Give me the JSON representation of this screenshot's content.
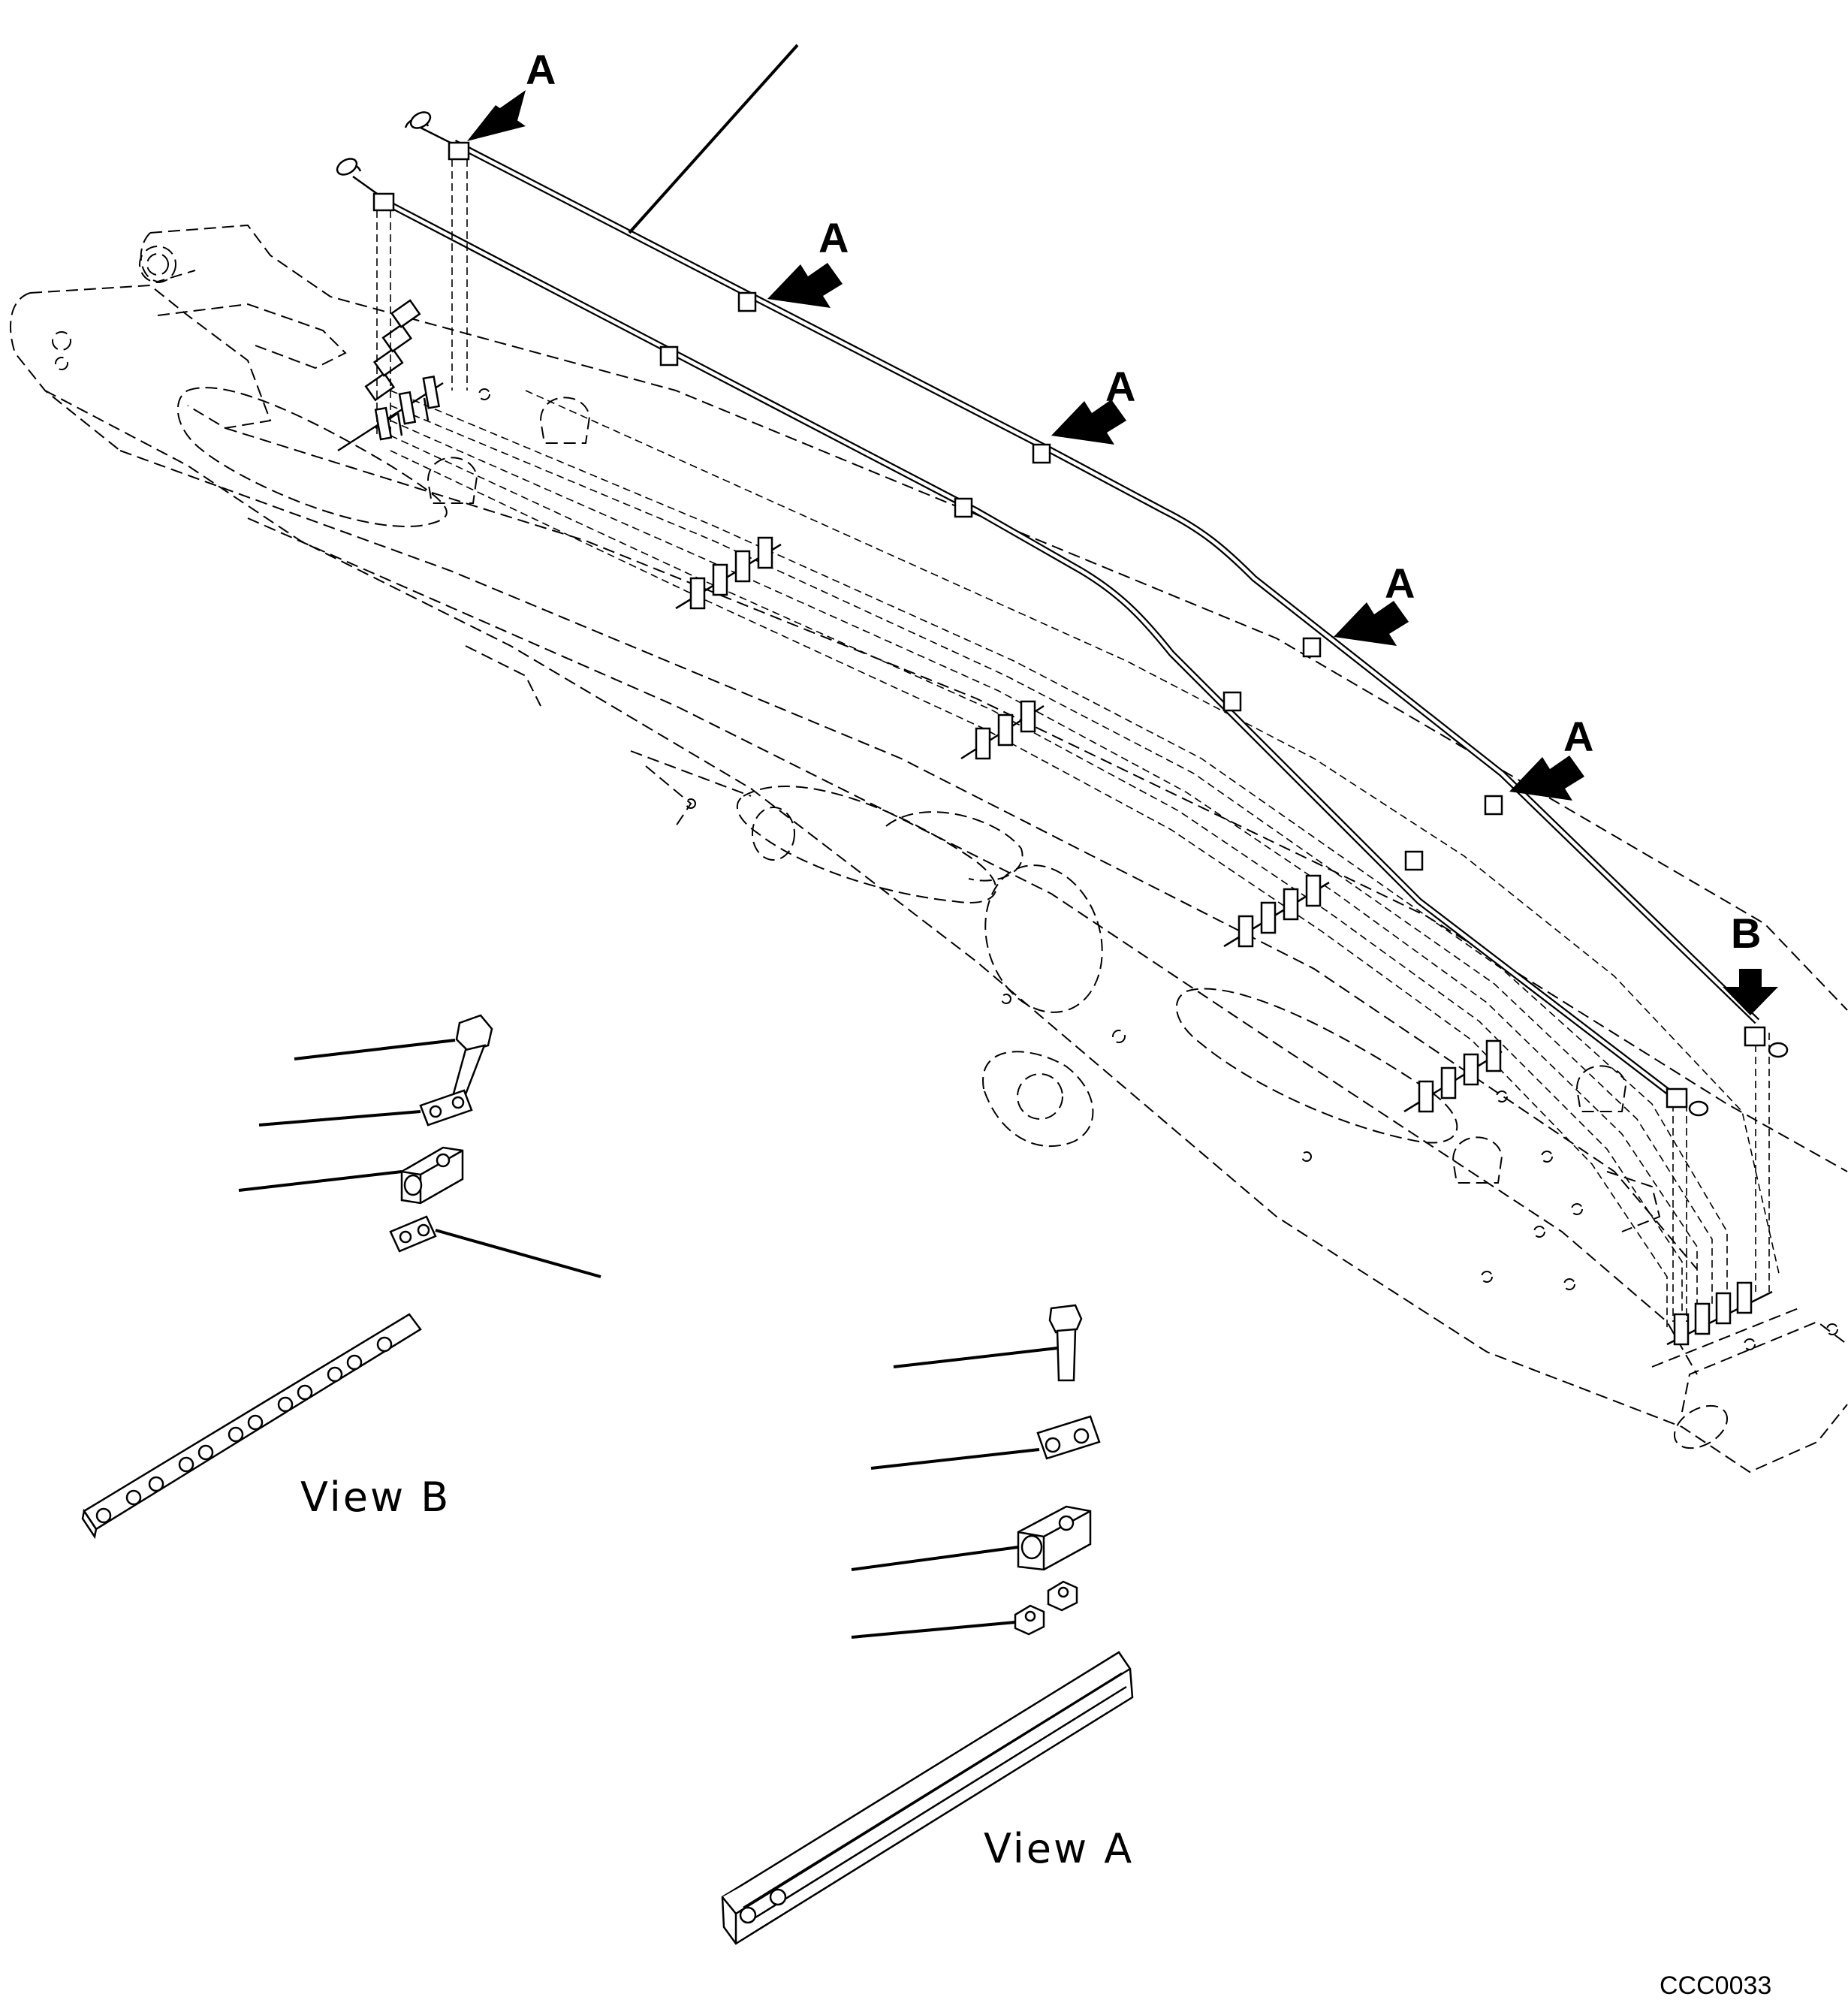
{
  "callouts": {
    "a_label": "A",
    "b_label": "B"
  },
  "views": {
    "view_b_title": "View B",
    "view_a_title": "View A"
  },
  "figure_id": "CCC0033",
  "colors": {
    "ink": "#000000",
    "paper": "#ffffff"
  }
}
